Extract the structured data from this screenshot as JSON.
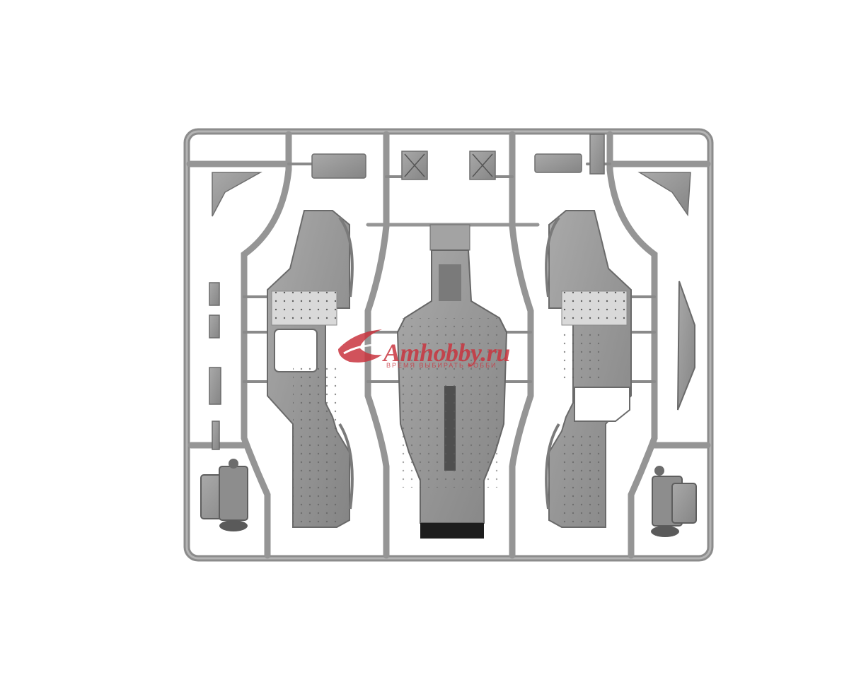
{
  "image": {
    "subject": "plastic-model-sprue",
    "colors": {
      "background": "#ffffff",
      "plastic": "#9a9a9a",
      "plastic_dark": "#6f6f6f",
      "plastic_light": "#b9b9b9",
      "watermark": "#c9353f"
    }
  },
  "watermark": {
    "brand": "Amhobby.ru",
    "tagline": "ВРЕМЯ ВЫБИРАТЬ ХОББИ",
    "icon": "car-swoosh-icon"
  }
}
